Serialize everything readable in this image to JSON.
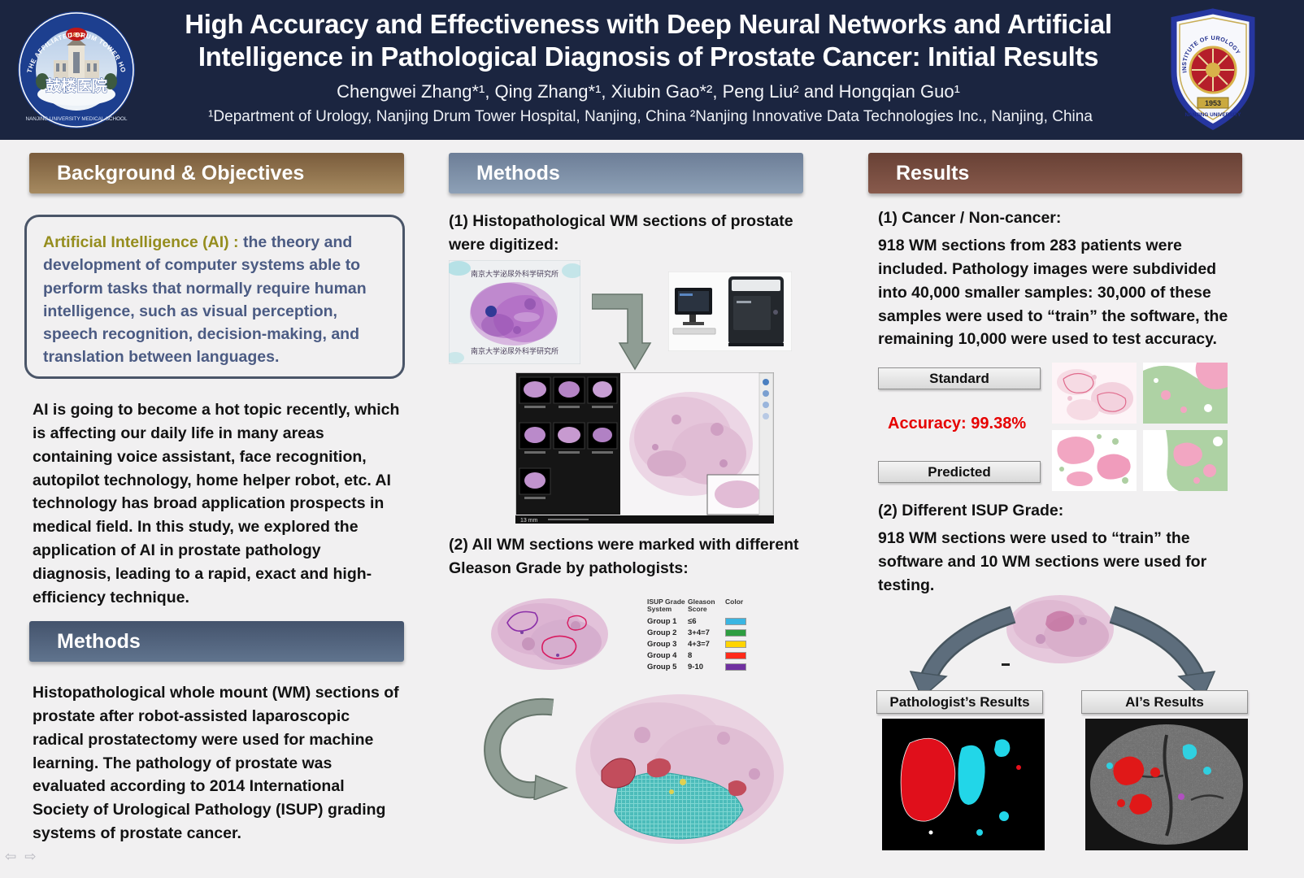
{
  "header": {
    "title": "High Accuracy and Effectiveness with Deep Neural Networks and Artificial Intelligence in Pathological Diagnosis of Prostate Cancer: Initial Results",
    "authors": "Chengwei Zhang*¹, Qing Zhang*¹, Xiubin Gao*², Peng Liu² and Hongqian Guo¹",
    "affiliations": "¹Department of Urology, Nanjing Drum Tower Hospital, Nanjing, China   ²Nanjing Innovative Data Technologies Inc., Nanjing, China",
    "left_logo": {
      "ring_text": "THE AFFILIATED DRUM TOWER HOSPITAL",
      "sub_ring_text": "NANJING UNIVERSITY MEDICAL SCHOOL",
      "hospital_name": "鼓楼医院",
      "year": "1892"
    },
    "right_logo": {
      "ring_top": "INSTITUTE OF UROLOGY",
      "ring_bottom": "NANJING UNIVERSITY",
      "year": "1953"
    }
  },
  "left_column": {
    "background_title": "Background & Objectives",
    "ai_box": {
      "highlight": "Artificial Intelligence (AI) : ",
      "body": "the theory and development of computer systems able to perform tasks that normally require human intelligence, such as visual perception, speech recognition, decision-making, and translation between languages."
    },
    "intro_paragraph": "AI is going to become a hot topic recently, which is affecting our daily life in many areas containing voice assistant, face recognition, autopilot technology, home helper robot, etc. AI technology has broad application prospects in medical field. In this study, we explored the application of AI in prostate pathology diagnosis, leading to a rapid, exact and high-efficiency technique.",
    "methods_title": "Methods",
    "methods_paragraph": "Histopathological whole mount (WM) sections of prostate after robot-assisted laparoscopic radical prostatectomy were used for machine learning. The pathology of prostate was evaluated according to 2014 International Society of Urological Pathology (ISUP) grading systems of prostate cancer."
  },
  "middle_column": {
    "methods_title": "Methods",
    "step1": "(1) Histopathological WM sections of prostate were digitized:",
    "slide_stamp_top": "南京大学泌尿外科学研究所",
    "slide_stamp_bottom": "南京大学泌尿外科学研究所",
    "viewer_scale": "13 mm",
    "step2": "(2) All WM sections were marked with different Gleason Grade by pathologists:",
    "gleason_table": {
      "headers": [
        "ISUP Grade System",
        "Gleason Score",
        "Color"
      ],
      "rows": [
        {
          "group": "Group 1",
          "score": "≤6",
          "color": "#3ab5e2"
        },
        {
          "group": "Group 2",
          "score": "3+4=7",
          "color": "#2e9e41"
        },
        {
          "group": "Group 3",
          "score": "4+3=7",
          "color": "#ffd400"
        },
        {
          "group": "Group 4",
          "score": "8",
          "color": "#ff2a1a"
        },
        {
          "group": "Group 5",
          "score": "9-10",
          "color": "#7030a0"
        }
      ]
    }
  },
  "right_column": {
    "results_title": "Results",
    "cancer_title": "(1) Cancer / Non-cancer:",
    "cancer_body": "918 WM sections from 283 patients were included. Pathology images were subdivided into 40,000 smaller samples: 30,000 of these samples were used to “train” the software, the remaining 10,000 were used to test accuracy.",
    "standard_label": "Standard",
    "accuracy_text": "Accuracy: 99.38%",
    "predicted_label": "Predicted",
    "isup_title": "(2) Different ISUP Grade:",
    "isup_body": "918 WM sections were used to “train” the software and 10 WM sections were used for testing.",
    "pathologist_label": "Pathologist’s Results",
    "ai_label": "AI’s Results"
  },
  "colors": {
    "header_bg": "#1b2540",
    "background_bar": "#8a6a45",
    "methods2_bar": "#7b8ca4",
    "results_bar": "#6f463a",
    "methods1_bar": "#4b5a73",
    "accuracy_red": "#e60000",
    "ai_highlight": "#958d1e",
    "ai_box_text": "#4b5b83"
  },
  "nav": {
    "back_icon": "⇦",
    "forward_icon": "⇨"
  }
}
